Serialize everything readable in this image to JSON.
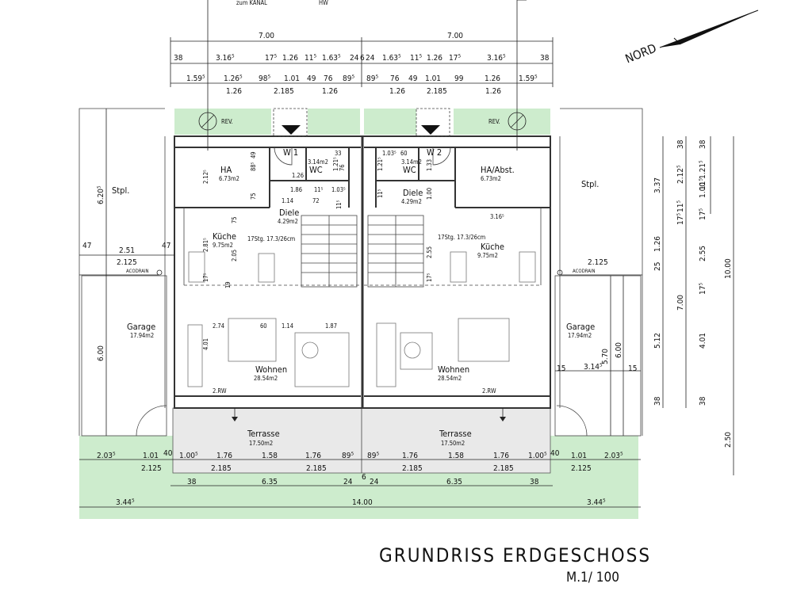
{
  "drawing": {
    "title": "GRUNDRISS ERDGESCHOSS",
    "scale": "M.1/ 100",
    "north_label": "NORD",
    "top_cut_text_left": "zum KANAL",
    "top_cut_text_right": "HW"
  },
  "rooms": [
    {
      "name": "HA",
      "area": "6.73m2"
    },
    {
      "name": "HA/Abst.",
      "area": "6.73m2"
    },
    {
      "name": "WC",
      "area": "3.14m2"
    },
    {
      "name": "WC",
      "area": "3.14m2"
    },
    {
      "name": "Diele",
      "area": "4.29m2"
    },
    {
      "name": "Diele",
      "area": "4.29m2"
    },
    {
      "name": "Küche",
      "area": "9.75m2"
    },
    {
      "name": "Küche",
      "area": "9.75m2"
    },
    {
      "name": "Wohnen",
      "area": "28.54m2"
    },
    {
      "name": "Wohnen",
      "area": "28.54m2"
    },
    {
      "name": "Garage",
      "area": "17.94m2"
    },
    {
      "name": "Garage",
      "area": "17.94m2"
    },
    {
      "name": "Terrasse",
      "area": "17.50m2"
    },
    {
      "name": "Terrasse",
      "area": "17.50m2"
    }
  ],
  "labels": {
    "stpl": "Stpl.",
    "rev": "REV.",
    "w1": "W 1",
    "w2": "W 2",
    "stairs": "17Stg. 17.3/26cm",
    "acodrain": "ACODRAIN",
    "rw": "2.RW"
  },
  "dims_top": {
    "row1": [
      "7.00",
      "7.00"
    ],
    "row2": [
      "38",
      "3.16⁵",
      "17⁵",
      "1.26",
      "11⁵",
      "1.63⁵",
      "24",
      "6",
      "24",
      "1.63⁵",
      "11⁵",
      "1.26",
      "17⁵",
      "3.16⁵",
      "38"
    ],
    "row3": [
      "1.59⁵",
      "1.26⁵",
      "98⁵",
      "1.01",
      "49",
      "76",
      "89⁵",
      "89⁵",
      "76",
      "49",
      "1.01",
      "99",
      "1.26",
      "1.59⁵"
    ],
    "row3b": [
      "1.26",
      "2.185",
      "1.26",
      "1.26",
      "2.185",
      "1.26"
    ]
  },
  "dims_bottom": {
    "row1": [
      "2.03⁵",
      "1.01",
      "40",
      "1.00⁵",
      "1.76",
      "1.58",
      "1.76",
      "89⁵",
      "89⁵",
      "1.76",
      "1.58",
      "1.76",
      "1.00⁵",
      "40",
      "1.01",
      "2.03⁵"
    ],
    "row1b": [
      "2.125",
      "2.185",
      "2.185",
      "2.185",
      "2.185",
      "2.125"
    ],
    "row2": [
      "38",
      "6.35",
      "24",
      "6",
      "24",
      "6.35",
      "38"
    ],
    "row3": [
      "3.44⁵",
      "14.00",
      "3.44⁵"
    ]
  },
  "dims_right": {
    "col1": [
      "3.37",
      "1.26",
      "25",
      "7.00",
      "5.12",
      "38"
    ],
    "col2": [
      "38",
      "2.12⁵",
      "1.00",
      "11⁵",
      "17⁵",
      "2.55",
      "17⁵",
      "4.01",
      "38"
    ],
    "col3": [
      "38",
      "1.21⁵",
      "11⁵",
      "17⁵"
    ],
    "total": "10.00",
    "bottom": "2.50"
  },
  "dims_left": {
    "stpl_height": "6.20⁵",
    "garage_width_a": "2.51",
    "garage_width_b": "2.125",
    "edge_a": "47",
    "edge_b": "47",
    "garage_height": "6.00"
  },
  "dims_interior": [
    "49",
    "88⁵",
    "2.12⁵",
    "75",
    "75",
    "1.26",
    "1.86",
    "11⁵",
    "1.03⁵",
    "1.14",
    "72",
    "11⁵",
    "33",
    "76",
    "1.21⁵",
    "2.81⁵",
    "2.05",
    "17⁵",
    "19",
    "2.74",
    "60",
    "1.14",
    "1.87",
    "4.01",
    "1.03⁵",
    "60",
    "1.33",
    "1.21⁵",
    "11⁵",
    "1.00",
    "3.16⁵",
    "2.55",
    "17⁵",
    "15",
    "5.70",
    "6.00",
    "3.14⁵",
    "15",
    "2.125"
  ]
}
